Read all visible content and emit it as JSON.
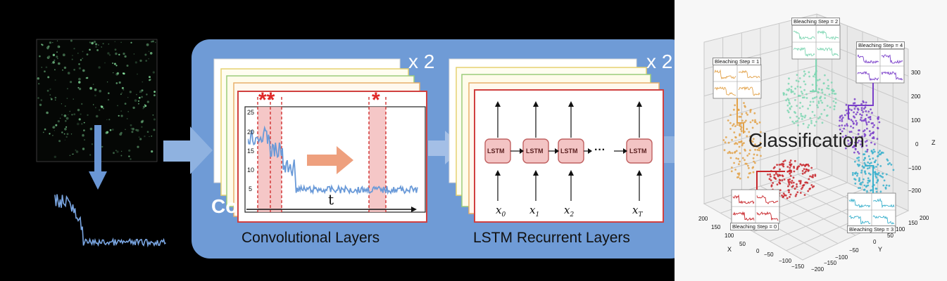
{
  "colors": {
    "background": "#000000",
    "panel_blue": "#6f9bd6",
    "arrow_blue": "#8fb2e0",
    "trace_blue": "#6a9ad8",
    "highlight_red": "#e04040",
    "lstm_fill": "#f3c4c4",
    "lstm_stroke": "#c06060",
    "orange_arrow": "#eea07e",
    "cluster_orange": "#e2a24a",
    "cluster_mint": "#7fd6b3",
    "cluster_purple": "#7a3fc9",
    "cluster_red": "#c8262b",
    "cluster_cyan": "#3ab0cc"
  },
  "conv": {
    "multiplier": "x 2",
    "label": "Convolutional Layers",
    "obscured_text": "Co",
    "y_ticks": [
      "25",
      "20",
      "15",
      "10",
      "5"
    ],
    "x_axis_label": "t",
    "stars_left": "**",
    "star_right": "*"
  },
  "lstm": {
    "multiplier": "x 2",
    "label": "LSTM Recurrent Layers",
    "cell_label": "LSTM",
    "ellipsis": "···",
    "inputs": [
      "x",
      "x",
      "x",
      "x"
    ],
    "input_subscripts": [
      "0",
      "1",
      "2",
      "T"
    ]
  },
  "classification": {
    "title": "Classification",
    "insets": [
      {
        "label": "Bleaching Step = 0",
        "cluster": "red"
      },
      {
        "label": "Bleaching Step = 1",
        "cluster": "orange"
      },
      {
        "label": "Bleaching Step = 2",
        "cluster": "mint"
      },
      {
        "label": "Bleaching Step = 3",
        "cluster": "cyan"
      },
      {
        "label": "Bleaching Step = 4",
        "cluster": "purple"
      }
    ],
    "z_ticks": [
      "300",
      "200",
      "100",
      "0",
      "−100",
      "−200"
    ],
    "z_label": "Z",
    "x_ticks": [
      "200",
      "150",
      "100",
      "50",
      "0",
      "−50",
      "−100",
      "−150"
    ],
    "x_label": "X",
    "y_ticks": [
      "−200",
      "−150",
      "−100",
      "−50",
      "0",
      "50",
      "100",
      "150",
      "200"
    ],
    "y_label": "Y"
  }
}
